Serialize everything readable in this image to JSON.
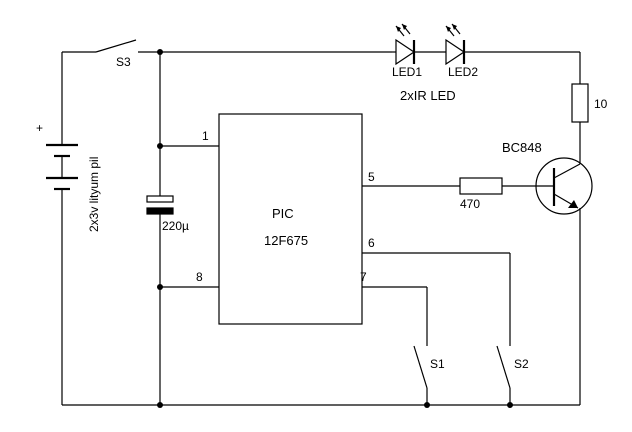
{
  "labels": {
    "switch_s3": "S3",
    "switch_s1": "S1",
    "switch_s2": "S2",
    "battery": "2x3v lityum pil",
    "battery_plus": "+",
    "led1": "LED1",
    "led2": "LED2",
    "led_caption": "2xIR LED",
    "resistor_10": "10",
    "transistor": "BC848",
    "resistor_470": "470",
    "capacitor": "220µ",
    "chip_name": "PIC",
    "chip_model": "12F675",
    "pin1": "1",
    "pin5": "5",
    "pin6": "6",
    "pin7": "7",
    "pin8": "8"
  },
  "colors": {
    "line": "#000000",
    "background": "#ffffff"
  }
}
